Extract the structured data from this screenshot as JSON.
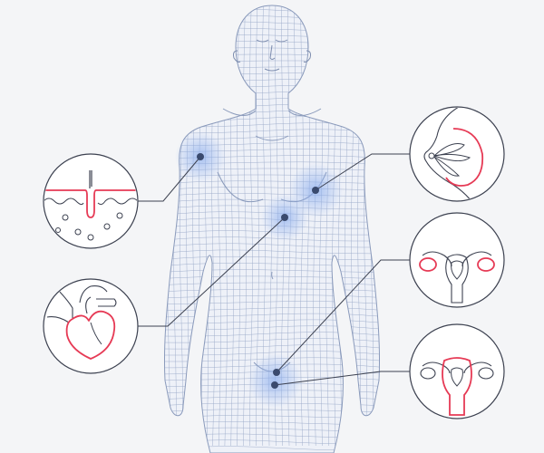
{
  "diagram": {
    "kind": "female-anatomy-callouts",
    "colors": {
      "background": "#f4f5f7",
      "mesh": "#9aaac9",
      "mesh_fill": "#eef1f8",
      "outline": "#3c4150",
      "accent": "#e63a55",
      "dot": "#3a4a6e",
      "glow": "#8fb0ee"
    },
    "callouts": [
      {
        "id": "skin",
        "icon": "skin-hair-follicle-icon"
      },
      {
        "id": "heart",
        "icon": "heart-icon"
      },
      {
        "id": "breast",
        "icon": "breast-icon"
      },
      {
        "id": "ovaries",
        "icon": "uterus-ovaries-icon"
      },
      {
        "id": "uterus",
        "icon": "uterus-icon"
      }
    ]
  }
}
